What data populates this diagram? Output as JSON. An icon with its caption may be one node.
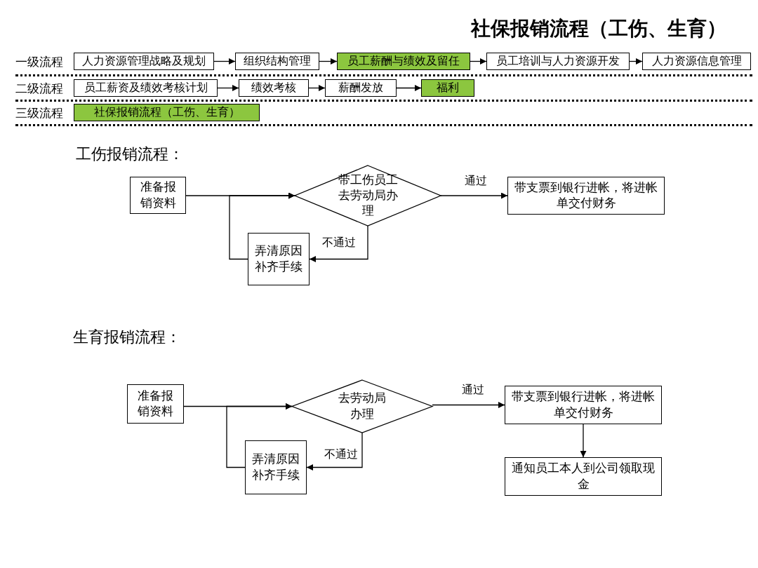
{
  "diagram": {
    "title": "社保报销流程（工伤、生育）",
    "nodes": [
      {
        "text": [
          "人力资源管理战略及规划"
        ]
      },
      {
        "text": [
          "组织结构管理"
        ]
      },
      {
        "text": [
          "员工薪酬与绩效及留任"
        ]
      },
      {
        "text": [
          "员工培训与人力资源开发"
        ]
      },
      {
        "text": [
          "人力资源信息管理"
        ]
      },
      {
        "text": [
          "员工薪资及绩效考核计划"
        ]
      },
      {
        "text": [
          "绩效考核"
        ]
      },
      {
        "text": [
          "薪酬发放"
        ]
      },
      {
        "text": [
          "福利"
        ]
      },
      {
        "text": [
          "社保报销流程（工伤、生育）"
        ]
      },
      {
        "text": [
          "准备报销资料"
        ]
      },
      {
        "text": [
          "带工伤员工去劳动局办理"
        ]
      },
      {
        "text": [
          "带支票到银行进帐，将进帐单交付财务"
        ]
      },
      {
        "text": [
          "弄清原因补齐手续"
        ]
      },
      {
        "text": [
          "准备报销资料"
        ]
      },
      {
        "text": [
          "去劳动局办理"
        ]
      },
      {
        "text": [
          "带支票到银行进帐，将进帐单交付财务"
        ]
      },
      {
        "text": [
          "弄清原因补齐手续"
        ]
      },
      {
        "text": [
          "通知员工本人到公司领取现金"
        ]
      }
    ],
    "edges": [
      {
        "from": 0,
        "to": 1,
        "arrow": "to"
      },
      {
        "from": 1,
        "to": 2,
        "arrow": "to"
      },
      {
        "from": 2,
        "to": 3,
        "arrow": "to"
      },
      {
        "from": 3,
        "to": 4,
        "arrow": "to"
      },
      {
        "from": 5,
        "to": 6,
        "arrow": "to"
      },
      {
        "from": 6,
        "to": 7,
        "arrow": "to"
      },
      {
        "from": 7,
        "to": 8,
        "arrow": "to"
      },
      {
        "from": 10,
        "to": 11,
        "arrow": "to"
      },
      {
        "from": 11,
        "to": 12,
        "arrow": "to",
        "label": "通过"
      },
      {
        "from": 11,
        "to": 13,
        "arrow": "to",
        "label": "不通过"
      },
      {
        "from": 13,
        "to": 11,
        "arrow": "to"
      },
      {
        "from": 14,
        "to": 15,
        "arrow": "to"
      },
      {
        "from": 15,
        "to": 16,
        "arrow": "to",
        "label": "通过"
      },
      {
        "from": 15,
        "to": 17,
        "arrow": "to",
        "label": "不通过"
      },
      {
        "from": 17,
        "to": 15,
        "arrow": "to"
      },
      {
        "from": 16,
        "to": 18,
        "arrow": "to"
      }
    ],
    "labels": [
      "一级流程",
      "二级流程",
      "三级流程",
      "工伤报销流程：",
      "生育报销流程："
    ]
  }
}
